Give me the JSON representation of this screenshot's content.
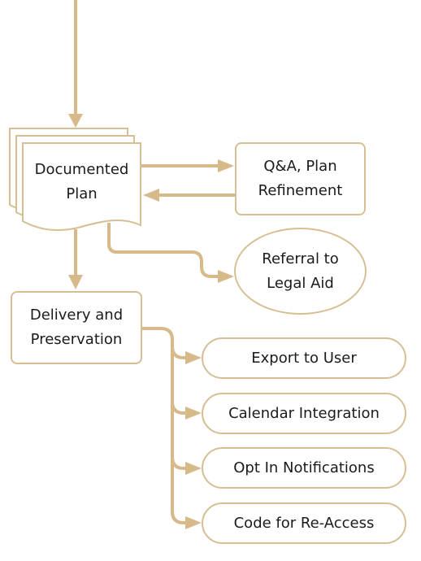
{
  "colors": {
    "stroke": "#d6bf95",
    "connector": "#d7b98a",
    "text": "#1b1b1b",
    "background": "#ffffff"
  },
  "nodes": {
    "documented_plan": "Documented\nPlan",
    "qa_plan_refinement": "Q&A, Plan\nRefinement",
    "referral_legal_aid": "Referral to\nLegal Aid",
    "delivery_preservation": "Delivery and\nPreservation",
    "export_to_user": "Export to User",
    "calendar_integration": "Calendar Integration",
    "opt_in_notifications": "Opt In Notifications",
    "code_for_reaccess": "Code for Re-Access"
  }
}
